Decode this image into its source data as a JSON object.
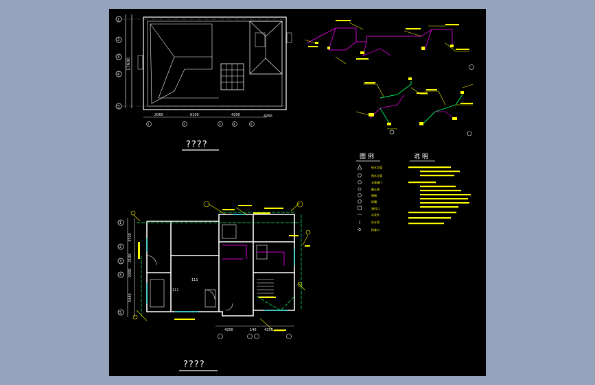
{
  "background_color": "#95a3bc",
  "sheet_color": "#000000",
  "colors": {
    "wall": "#ffffff",
    "dim": "#cccccc",
    "water_pipe": "#cc00cc",
    "label": "#ffff00",
    "grid": "#00ff66",
    "window": "#00ffff"
  },
  "roof_plan": {
    "title": "????",
    "axis_left": [
      "1",
      "2",
      "3",
      "4",
      "5"
    ],
    "axis_bottom": [
      "1",
      "2",
      "3",
      "4",
      "5"
    ],
    "dim_left": "17600",
    "dims_bottom": [
      "2060",
      "6100",
      "4200",
      "4250"
    ]
  },
  "floor_plan": {
    "title": "????",
    "axis_left": [
      "1",
      "2",
      "3",
      "4",
      "5"
    ],
    "dims_left": [
      "3720",
      "2100",
      "2000",
      "5440"
    ],
    "dims_bottom": [
      "4200",
      "140",
      "4250"
    ],
    "room_labels": [
      "111",
      "111"
    ]
  },
  "legend": {
    "header_left": "图 例",
    "header_right": "说 明",
    "items": [
      "给水立管",
      "热水立管",
      "水表阀门",
      "截止阀",
      "闸阀",
      "地漏",
      "清扫口",
      "水龙头",
      "存水弯",
      "检查口"
    ]
  }
}
